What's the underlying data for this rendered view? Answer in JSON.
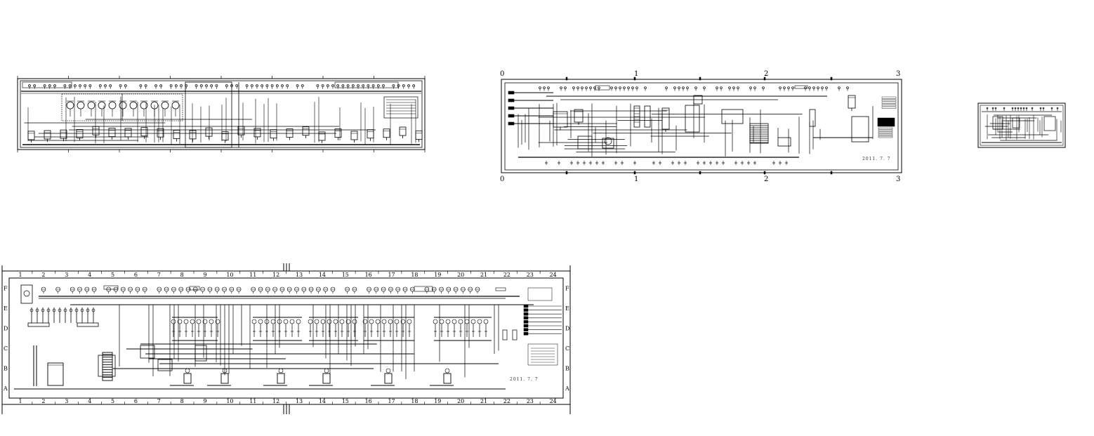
{
  "sheets": [
    {
      "id": "sheet-1",
      "kind": "process-flow-diagram",
      "zone_labels": []
    },
    {
      "id": "sheet-2",
      "kind": "process-flow-diagram",
      "zone_labels": [
        "0",
        "1",
        "2",
        "3"
      ],
      "date_stamp": "2011. 7. 7"
    },
    {
      "id": "sheet-3",
      "kind": "process-flow-diagram-thumbnail",
      "zone_labels": []
    },
    {
      "id": "sheet-4",
      "kind": "process-flow-diagram",
      "column_labels": [
        "1",
        "2",
        "3",
        "4",
        "5",
        "6",
        "7",
        "8",
        "9",
        "10",
        "11",
        "12",
        "13",
        "14",
        "15",
        "16",
        "17",
        "18",
        "19",
        "20",
        "21",
        "22",
        "23",
        "24"
      ],
      "row_labels": [
        "F",
        "E",
        "D",
        "C",
        "B",
        "A"
      ],
      "date_stamp": "2011. 7. 7"
    }
  ],
  "colors": {
    "line": "#000000",
    "background": "#ffffff"
  }
}
